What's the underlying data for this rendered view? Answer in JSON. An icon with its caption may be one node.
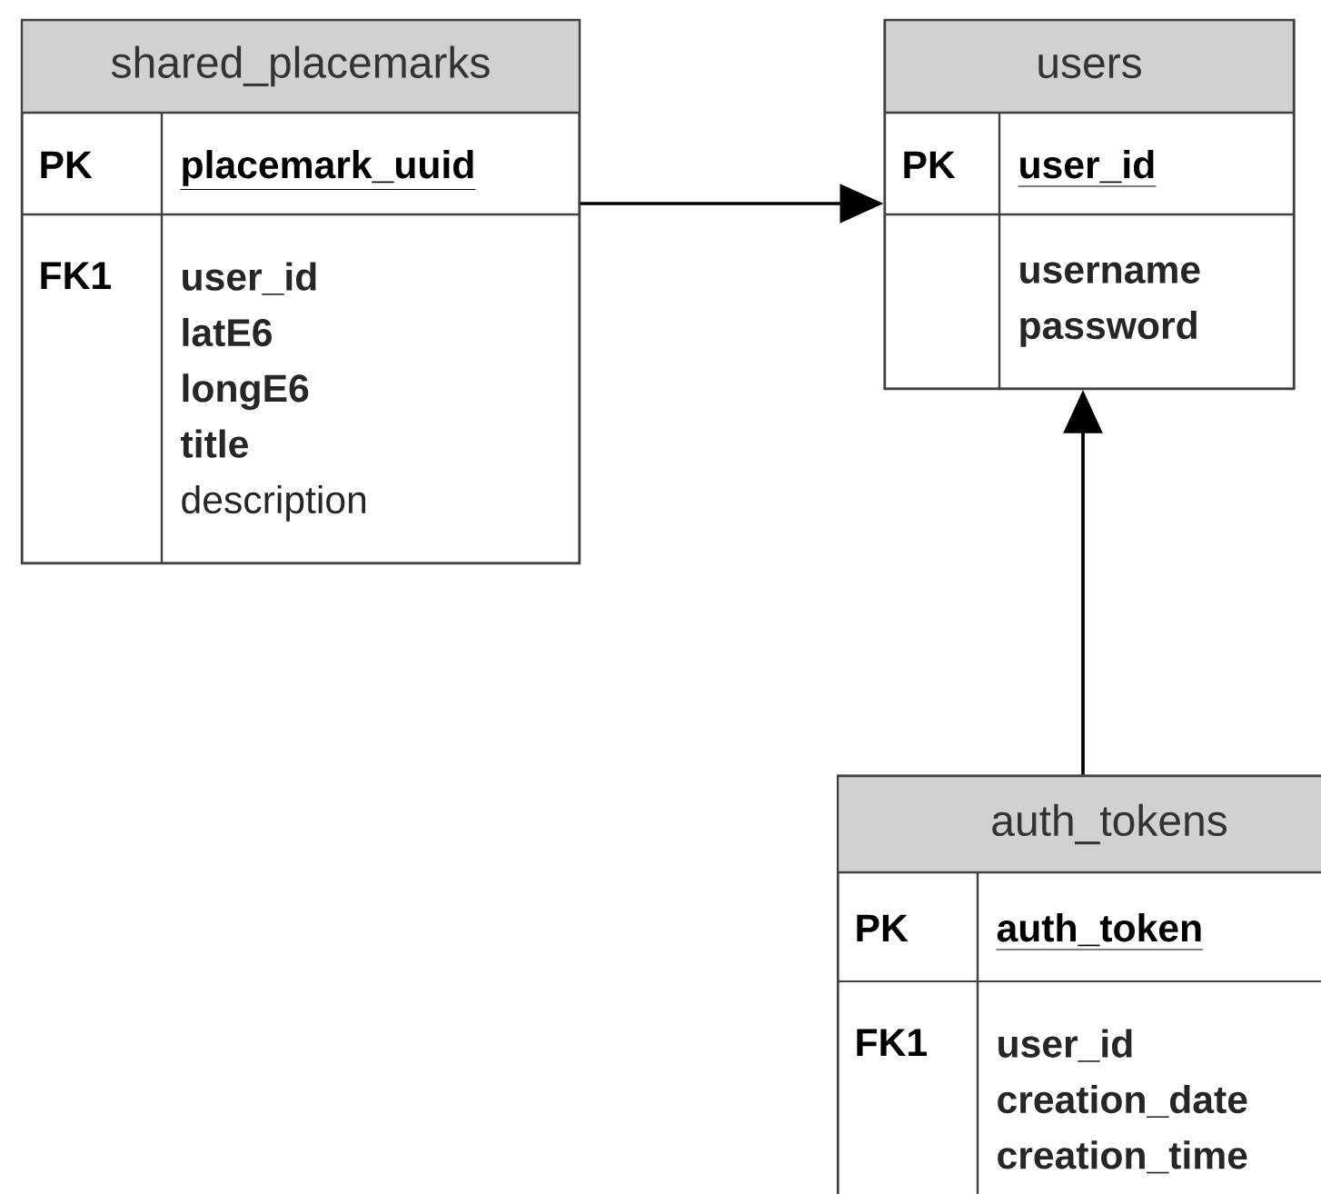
{
  "diagram": {
    "nodes": [
      {
        "text": [
          "shared_placemarks",
          "PK",
          "placemark_uuid",
          "FK1",
          "**user_id latE6 longE6 title** description"
        ]
      },
      {
        "text": [
          "users",
          "PK",
          "user_id",
          "**username password**"
        ]
      },
      {
        "text": [
          "auth_tokens",
          "PK",
          "auth_token",
          "FK1",
          "**user_id creation_date creation_time**"
        ]
      }
    ],
    "edges": [
      {
        "from": 0,
        "to": 1,
        "arrow": "to"
      },
      {
        "from": 2,
        "to": 1,
        "arrow": "to"
      }
    ]
  }
}
